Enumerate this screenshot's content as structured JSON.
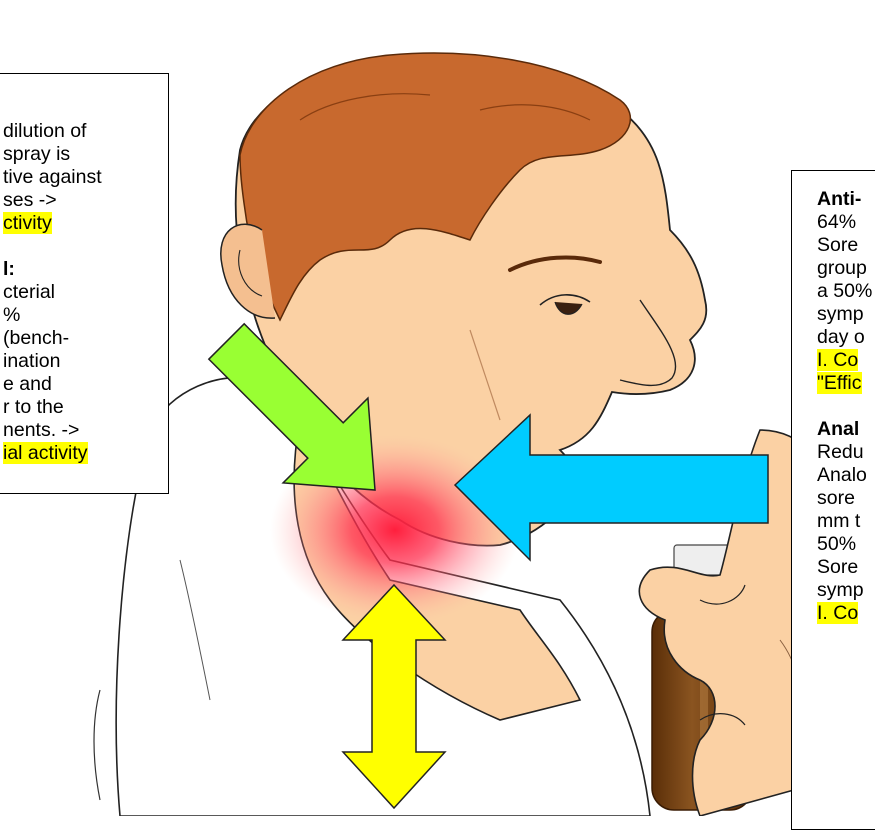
{
  "left_panel": {
    "lines": [
      {
        "text": "dilution of",
        "bold": false,
        "highlight": false
      },
      {
        "text": "spray is",
        "bold": false,
        "highlight": false
      },
      {
        "text": "tive against",
        "bold": false,
        "highlight": false
      },
      {
        "text": "ses ->",
        "bold": false,
        "highlight": false
      },
      {
        "text": "ctivity",
        "bold": false,
        "highlight": true
      },
      {
        "text": "",
        "bold": false,
        "highlight": false
      },
      {
        "text": "l:",
        "bold": true,
        "highlight": false
      },
      {
        "text": "cterial",
        "bold": false,
        "highlight": false
      },
      {
        "text": "%",
        "bold": false,
        "highlight": false
      },
      {
        "text": "(bench-",
        "bold": false,
        "highlight": false
      },
      {
        "text": "ination",
        "bold": false,
        "highlight": false
      },
      {
        "text": "e and",
        "bold": false,
        "highlight": false
      },
      {
        "text": "r to the",
        "bold": false,
        "highlight": false
      },
      {
        "text": "nents. ->",
        "bold": false,
        "highlight": false
      },
      {
        "text": "ial activity",
        "bold": false,
        "highlight": true
      }
    ]
  },
  "right_panel": {
    "lines": [
      {
        "text": "Anti-",
        "bold": true,
        "highlight": false
      },
      {
        "text": "64%",
        "bold": false,
        "highlight": false
      },
      {
        "text": "Sore",
        "bold": false,
        "highlight": false
      },
      {
        "text": "group",
        "bold": false,
        "highlight": false
      },
      {
        "text": "a 50%",
        "bold": false,
        "highlight": false
      },
      {
        "text": "symp",
        "bold": false,
        "highlight": false
      },
      {
        "text": "day o",
        "bold": false,
        "highlight": false
      },
      {
        "text": "I. Co",
        "bold": false,
        "highlight": true
      },
      {
        "text": "\"Effic",
        "bold": false,
        "highlight": true
      },
      {
        "text": "",
        "bold": false,
        "highlight": false
      },
      {
        "text": "Anal",
        "bold": true,
        "highlight": false
      },
      {
        "text": "Redu",
        "bold": false,
        "highlight": false
      },
      {
        "text": "Analo",
        "bold": false,
        "highlight": false
      },
      {
        "text": "sore",
        "bold": false,
        "highlight": false
      },
      {
        "text": "mm t",
        "bold": false,
        "highlight": false
      },
      {
        "text": "50%",
        "bold": false,
        "highlight": false
      },
      {
        "text": "Sore",
        "bold": false,
        "highlight": false
      },
      {
        "text": "symp",
        "bold": false,
        "highlight": false
      },
      {
        "text": "I. Co",
        "bold": false,
        "highlight": true
      }
    ]
  },
  "arrows": [
    {
      "name": "green-arrow",
      "color": "#99ff33",
      "meaning": "diagonal pointing to throat"
    },
    {
      "name": "blue-arrow",
      "color": "#00ccff",
      "meaning": "horizontal pointing to throat"
    },
    {
      "name": "yellow-arrow",
      "color": "#ffff00",
      "meaning": "vertical double-headed"
    }
  ],
  "colors": {
    "skin": "#fbd1a4",
    "hair": "#c8692e",
    "throat_glow": "#ff1f3d",
    "bottle": "#7a4512"
  }
}
